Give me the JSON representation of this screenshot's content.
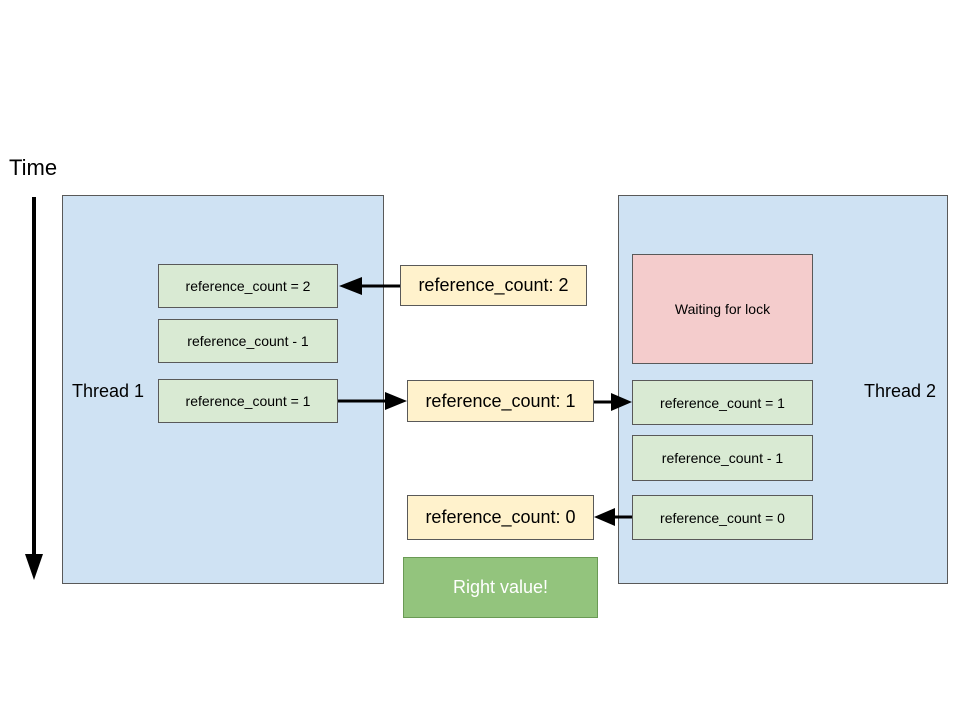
{
  "time_label": "Time",
  "thread1": {
    "label": "Thread 1",
    "ops": [
      "reference_count = 2",
      "reference_count - 1",
      "reference_count = 1"
    ]
  },
  "thread2": {
    "label": "Thread 2",
    "waiting": "Waiting for lock",
    "ops": [
      "reference_count = 1",
      "reference_count - 1",
      "reference_count = 0"
    ]
  },
  "shared_values": [
    "reference_count: 2",
    "reference_count: 1",
    "reference_count: 0"
  ],
  "result": "Right value!",
  "colors": {
    "thread_panel": "#cfe2f3",
    "operation_box": "#d9ead3",
    "shared_value_box": "#fff2cc",
    "waiting_box": "#f4cccc",
    "result_box": "#93c47d"
  }
}
